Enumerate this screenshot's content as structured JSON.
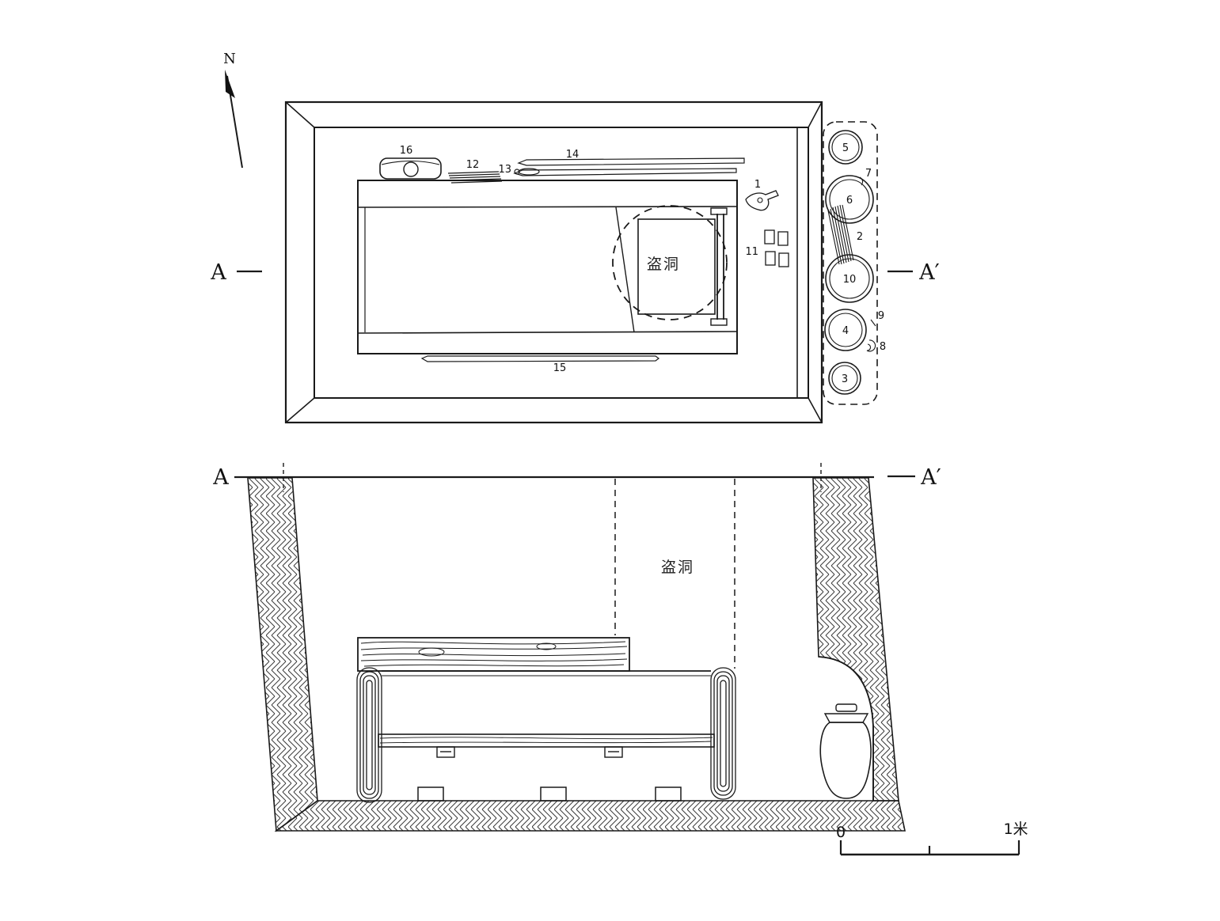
{
  "figure": {
    "kind": "archaeological tomb plan and section drawing"
  },
  "compass": {
    "north": "N"
  },
  "plan_view": {
    "section_left": "A",
    "section_right": "A′",
    "robber_hole": "盗洞",
    "artifact_numbers": {
      "a1": "1",
      "a2": "2",
      "a3": "3",
      "a4": "4",
      "a5": "5",
      "a6": "6",
      "a7": "7",
      "a8": "8",
      "a9": "9",
      "a10": "10",
      "a11": "11",
      "a12": "12",
      "a13": "13",
      "a14": "14",
      "a15": "15",
      "a16": "16"
    }
  },
  "section_view": {
    "section_left": "A",
    "section_right": "A′",
    "robber_hole": "盗洞"
  },
  "scale_bar": {
    "zero": "0",
    "max": "1米"
  }
}
